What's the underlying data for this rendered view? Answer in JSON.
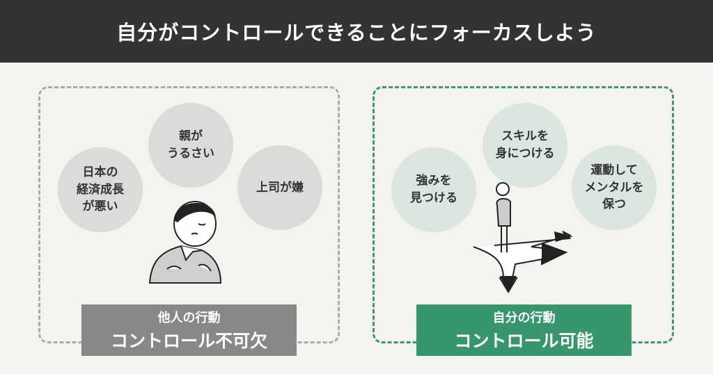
{
  "title": "自分がコントロールできることにフォーカスしよう",
  "left": {
    "circles": [
      "日本の\n経済成長\nが悪い",
      "親が\nうるさい",
      "上司が嫌"
    ],
    "label_line1": "他人の行動",
    "label_line2": "コントロール不可欠",
    "color": "#888888"
  },
  "right": {
    "circles": [
      "強みを\n見つける",
      "スキルを\n身につける",
      "運動して\nメンタルを\n保つ"
    ],
    "label_line1": "自分の行動",
    "label_line2": "コントロール可能",
    "color": "#37966b"
  }
}
